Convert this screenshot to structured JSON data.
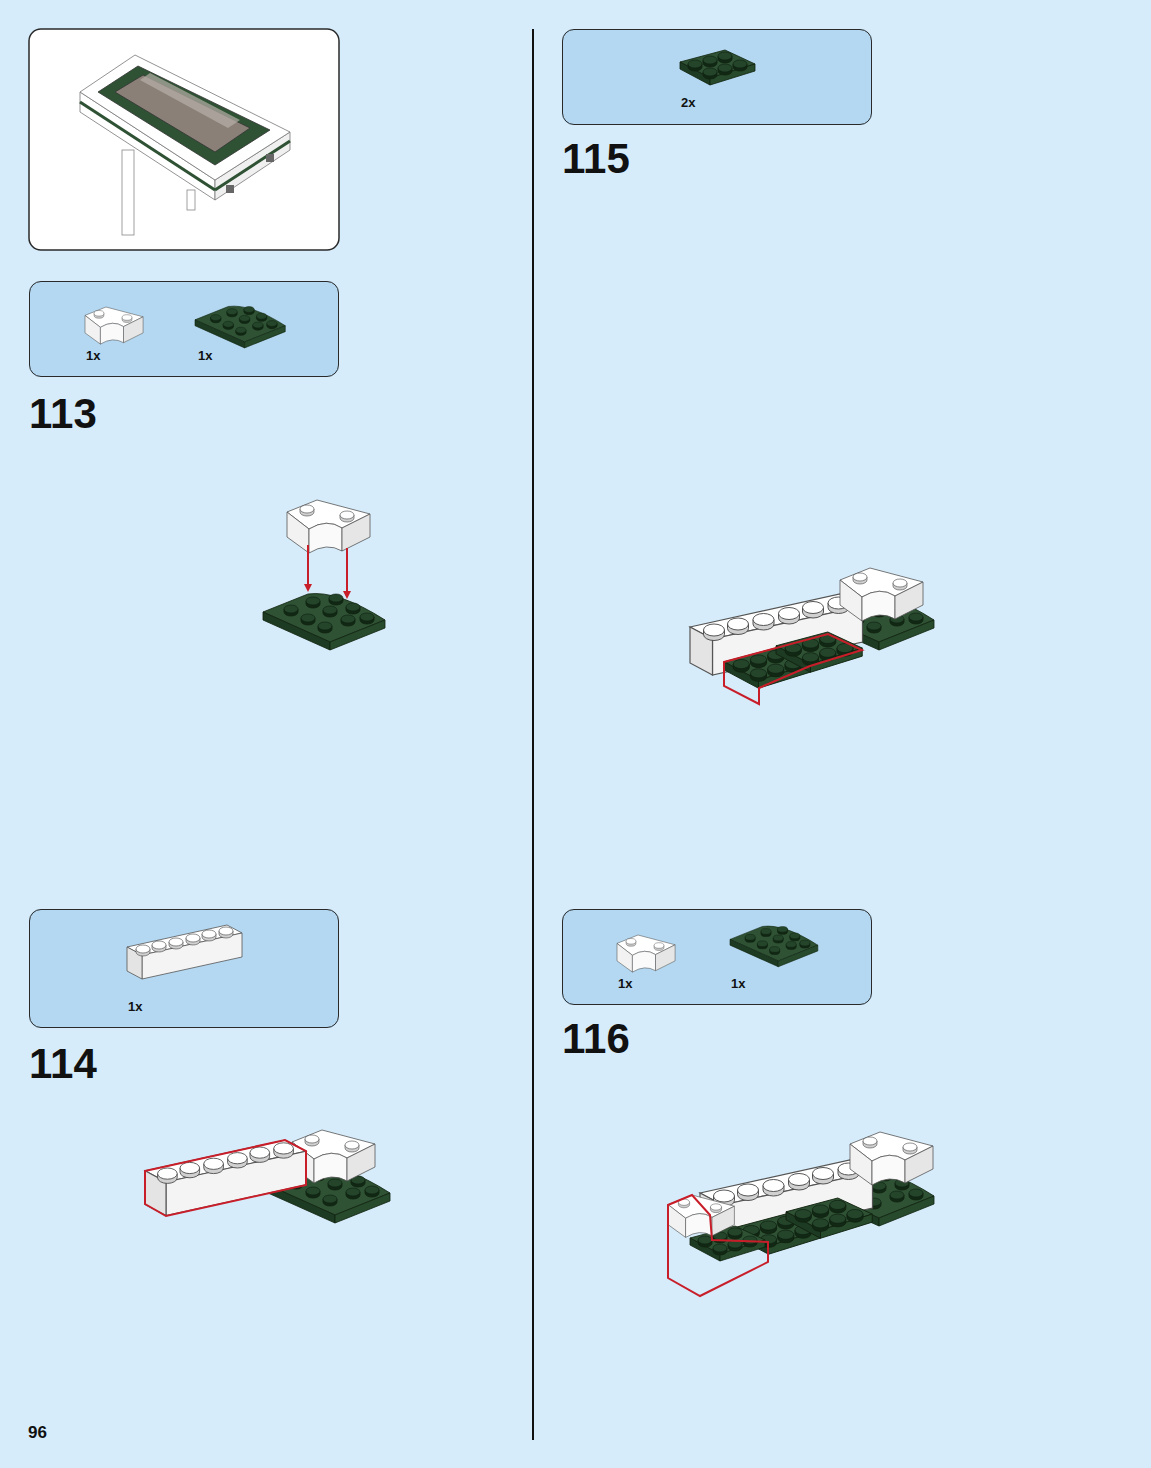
{
  "diagram": {
    "nodes": [
      {
        "text": [
          "1x",
          "1x"
        ]
      },
      {
        "text": [
          "1x"
        ]
      },
      {
        "text": [
          "2x"
        ]
      },
      {
        "text": [
          "1x",
          "1x"
        ]
      }
    ],
    "labels": [
      "113",
      "114",
      "115",
      "116",
      "96"
    ]
  }
}
